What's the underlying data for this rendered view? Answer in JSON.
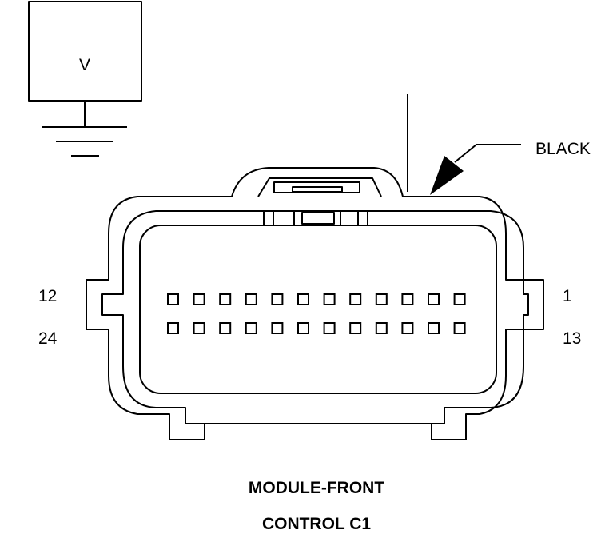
{
  "component_box": {
    "symbol": "V"
  },
  "connector": {
    "color_label": "BLACK",
    "pin_labels": {
      "top_left": "12",
      "bottom_left": "24",
      "top_right": "1",
      "bottom_right": "13"
    },
    "pins_per_row": 12,
    "rows": 2
  },
  "caption": {
    "line1": "MODULE-FRONT",
    "line2": "CONTROL C1"
  },
  "colors": {
    "ink": "#000000",
    "background": "#ffffff"
  }
}
